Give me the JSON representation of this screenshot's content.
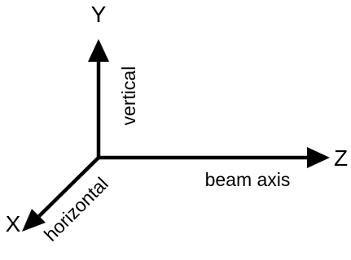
{
  "diagram": {
    "axes": {
      "y": {
        "letter": "Y",
        "description": "vertical"
      },
      "z": {
        "letter": "Z",
        "description": "beam axis"
      },
      "x": {
        "letter": "X",
        "description": "horizontal"
      }
    },
    "colors": {
      "stroke": "#000000",
      "background": "#ffffff"
    }
  }
}
